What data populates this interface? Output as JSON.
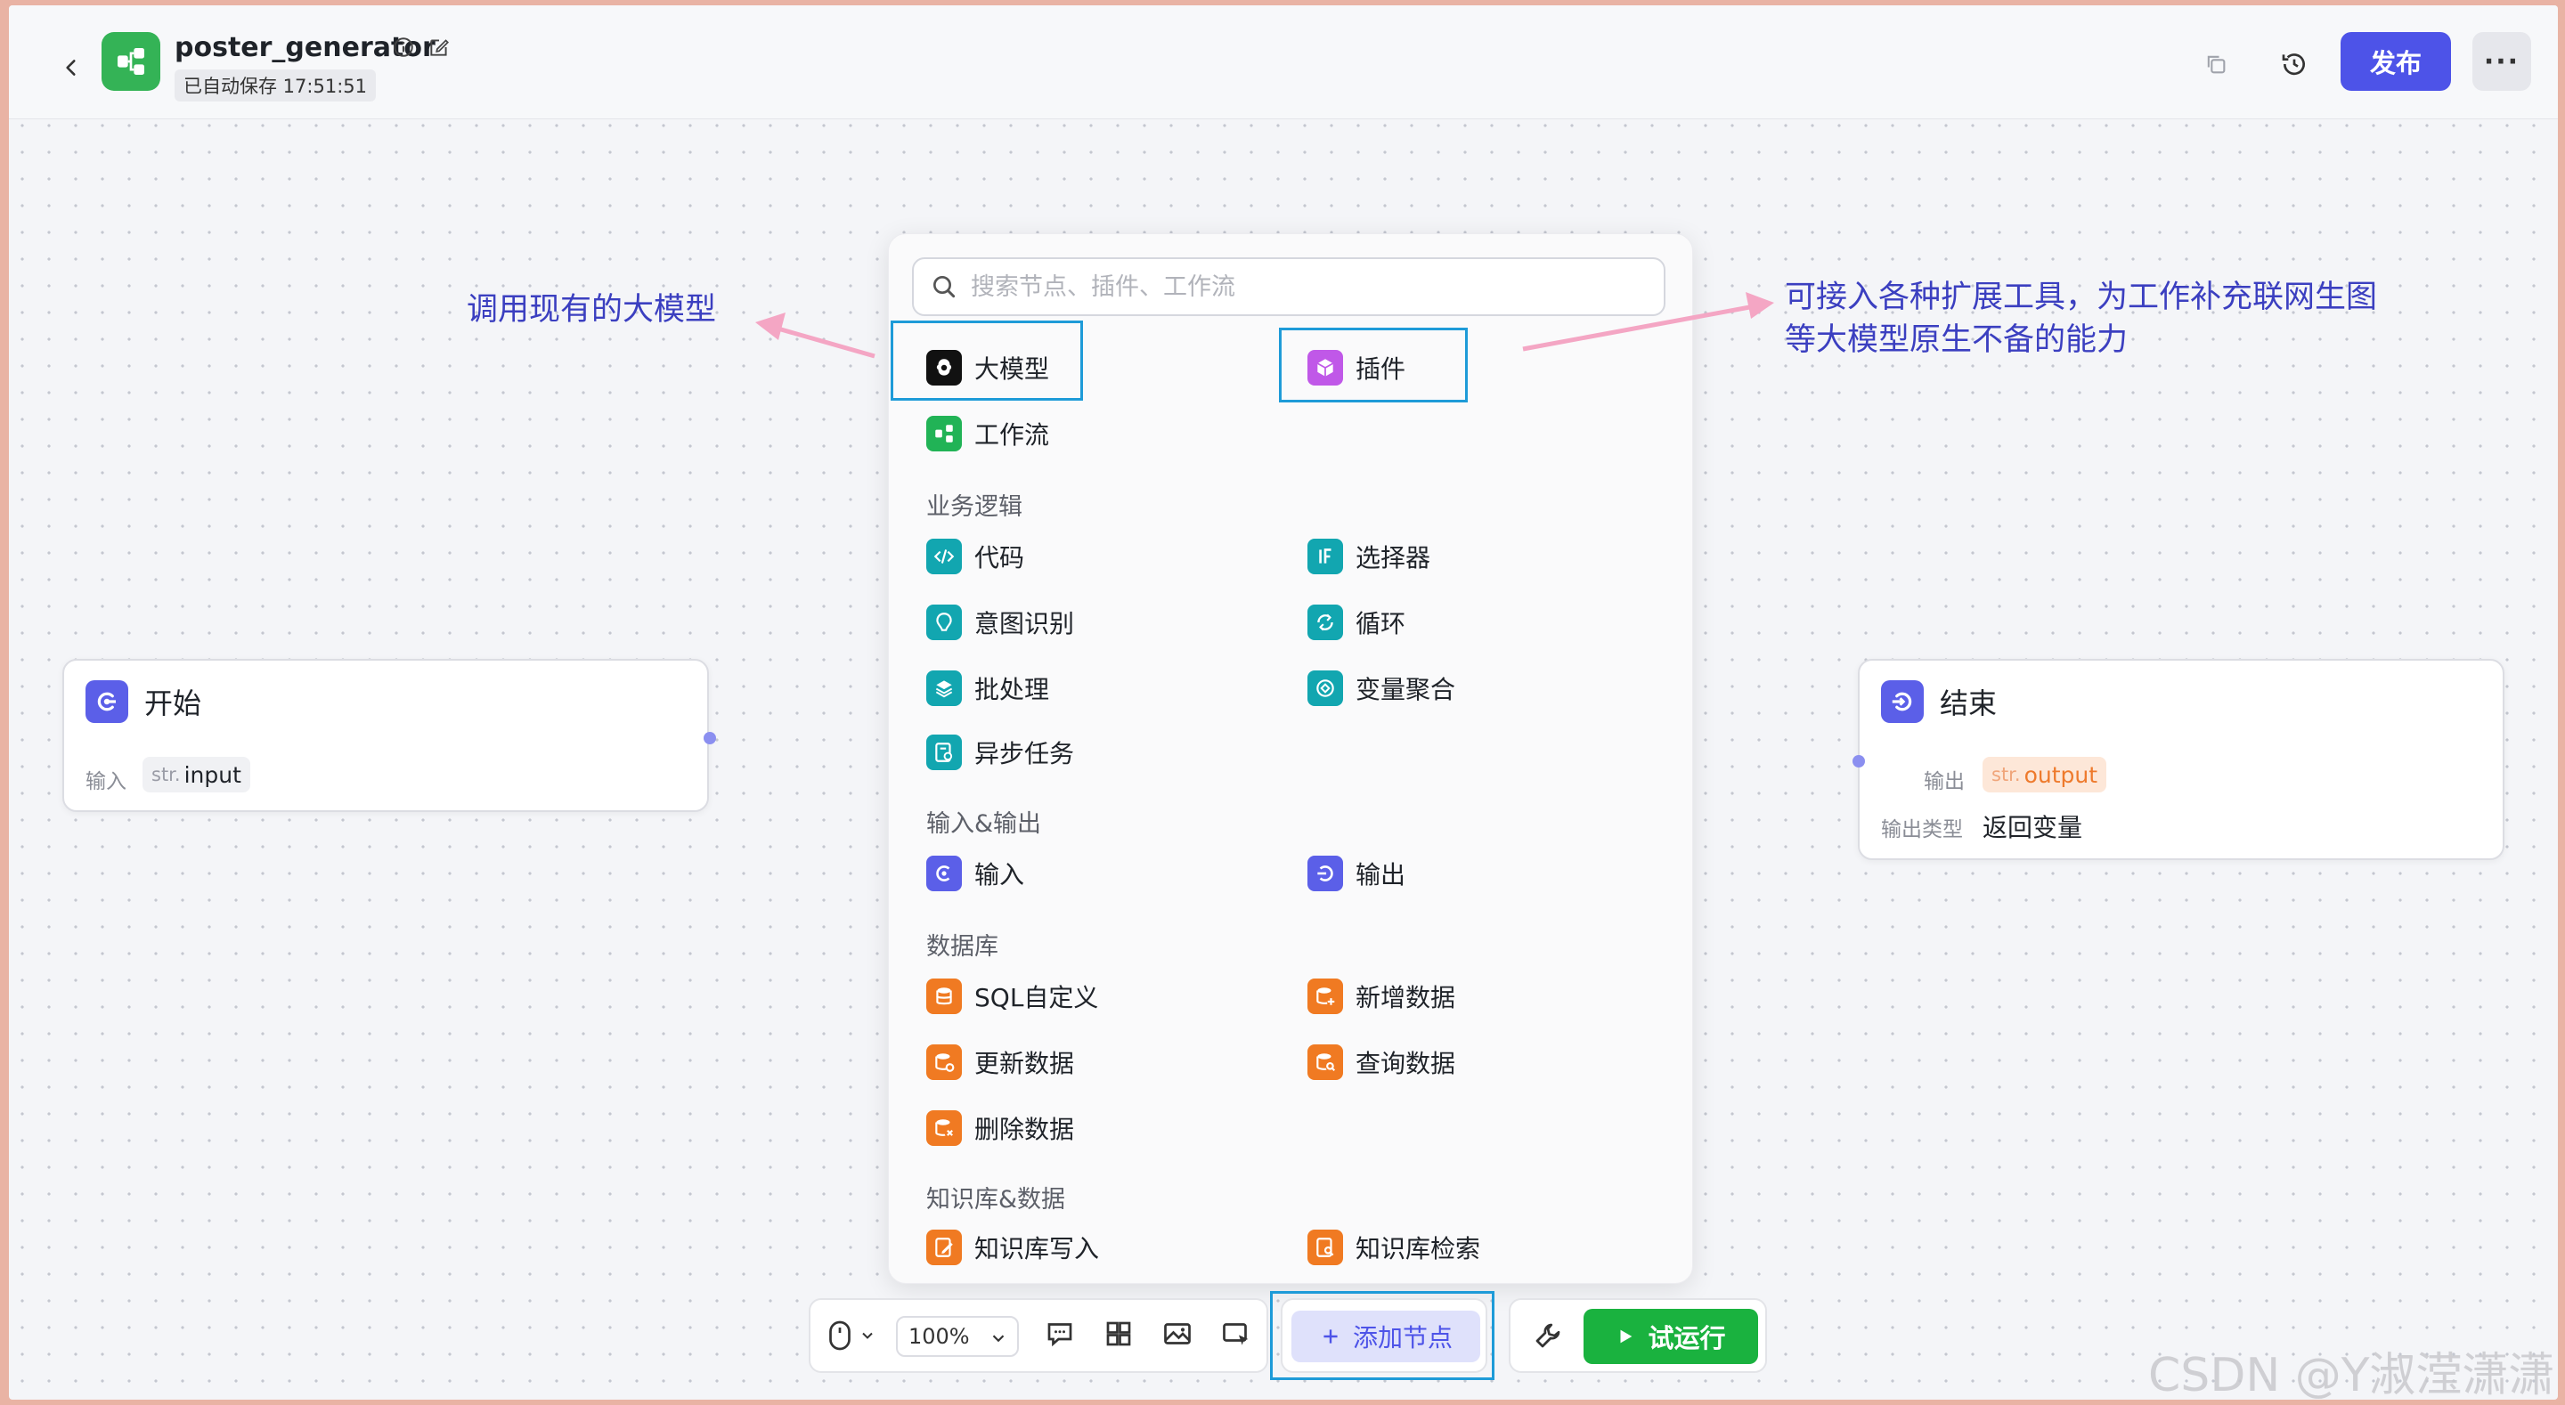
{
  "header": {
    "app_name": "poster_generator",
    "autosave": "已自动保存 17:51:51",
    "publish_label": "发布",
    "more_label": "···"
  },
  "nodes": {
    "start": {
      "title": "开始",
      "input_label": "输入",
      "var_type": "str.",
      "var_name": "input"
    },
    "end": {
      "title": "结束",
      "output_label": "输出",
      "var_type": "str.",
      "var_name": "output",
      "output_type_label": "输出类型",
      "output_type_value": "返回变量"
    }
  },
  "panel": {
    "search_placeholder": "搜索节点、插件、工作流",
    "top_items": {
      "llm": "大模型",
      "plugin": "插件",
      "workflow": "工作流"
    },
    "sections": {
      "business_logic": {
        "title": "业务逻辑",
        "code": "代码",
        "selector": "选择器",
        "intent": "意图识别",
        "loop": "循环",
        "batch": "批处理",
        "var_aggregate": "变量聚合",
        "async_task": "异步任务"
      },
      "io": {
        "title": "输入&输出",
        "input": "输入",
        "output": "输出"
      },
      "database": {
        "title": "数据库",
        "sql": "SQL自定义",
        "add_data": "新增数据",
        "update_data": "更新数据",
        "query_data": "查询数据",
        "delete_data": "删除数据"
      },
      "knowledge": {
        "title": "知识库&数据",
        "write": "知识库写入",
        "search": "知识库检索"
      }
    }
  },
  "annotations": {
    "left": "调用现有的大模型",
    "right_line1": "可接入各种扩展工具，为工作补充联网生图",
    "right_line2": "等大模型原生不备的能力"
  },
  "toolbar": {
    "zoom": "100%",
    "add_node": "添加节点",
    "run": "试运行"
  },
  "watermark": "CSDN @Y淑滢潇潇",
  "colors": {
    "accent": "#4d53e8",
    "run": "#1ab23f",
    "highlight": "#1e9bd8",
    "annotation": "#3b3fc0",
    "arrow": "#f4a6c4"
  }
}
